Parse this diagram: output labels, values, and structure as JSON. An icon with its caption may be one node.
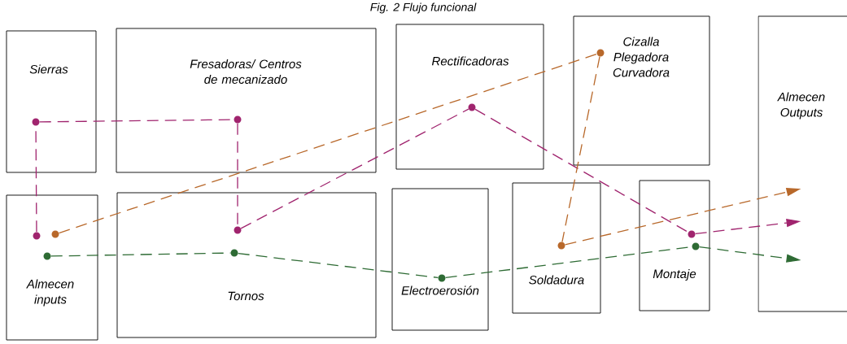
{
  "diagram": {
    "title": "Fig. 2 Flujo funcional",
    "nodes": [
      {
        "text": [
          "Sierras"
        ]
      },
      {
        "text": [
          "Fresadoras/ Centros de mecanizado"
        ]
      },
      {
        "text": [
          "Rectificadoras"
        ]
      },
      {
        "text": [
          "Cizalla Plegadora Curvadora"
        ]
      },
      {
        "text": [
          "Almecen Outputs"
        ]
      },
      {
        "text": [
          "Almecen inputs"
        ]
      },
      {
        "text": [
          "Tornos"
        ]
      },
      {
        "text": [
          "Electroerosión"
        ]
      },
      {
        "text": [
          "Soldadura"
        ]
      },
      {
        "text": [
          "Montaje"
        ]
      },
      {
        "text": [],
        "shape": "circle",
        "in": 0
      },
      {
        "text": [],
        "shape": "circle",
        "in": 1
      },
      {
        "text": [],
        "shape": "circle",
        "in": 2
      },
      {
        "text": [],
        "shape": "circle",
        "in": 3
      },
      {
        "text": [],
        "shape": "circle",
        "in": 5
      },
      {
        "text": [],
        "shape": "circle",
        "in": 5
      },
      {
        "text": [],
        "shape": "circle",
        "in": 5
      },
      {
        "text": [],
        "shape": "circle",
        "in": 6
      },
      {
        "text": [],
        "shape": "circle",
        "in": 6
      },
      {
        "text": [],
        "shape": "circle",
        "in": 7
      },
      {
        "text": [],
        "shape": "circle",
        "in": 8
      },
      {
        "text": [],
        "shape": "circle",
        "in": 9
      },
      {
        "text": [],
        "shape": "circle",
        "in": 9
      }
    ],
    "edges": [
      {
        "from": 14,
        "to": 10,
        "arrow": "none"
      },
      {
        "from": 10,
        "to": 11,
        "arrow": "none"
      },
      {
        "from": 11,
        "to": 17,
        "arrow": "none"
      },
      {
        "from": 17,
        "to": 12,
        "arrow": "none"
      },
      {
        "from": 12,
        "to": 21,
        "arrow": "none"
      },
      {
        "from": 21,
        "to": 4,
        "arrow": "to"
      },
      {
        "from": 15,
        "to": 13,
        "arrow": "none",
        "color": "#b8682a"
      },
      {
        "from": 13,
        "to": 20,
        "arrow": "none",
        "color": "#b8682a"
      },
      {
        "from": 20,
        "to": 4,
        "arrow": "to",
        "color": "#b8682a"
      },
      {
        "from": 16,
        "to": 18,
        "arrow": "none",
        "color": "#2e6b34"
      },
      {
        "from": 18,
        "to": 19,
        "arrow": "none",
        "color": "#2e6b34"
      },
      {
        "from": 19,
        "to": 22,
        "arrow": "none",
        "color": "#2e6b34"
      },
      {
        "from": 22,
        "to": 4,
        "arrow": "to",
        "color": "#2e6b34"
      }
    ]
  }
}
